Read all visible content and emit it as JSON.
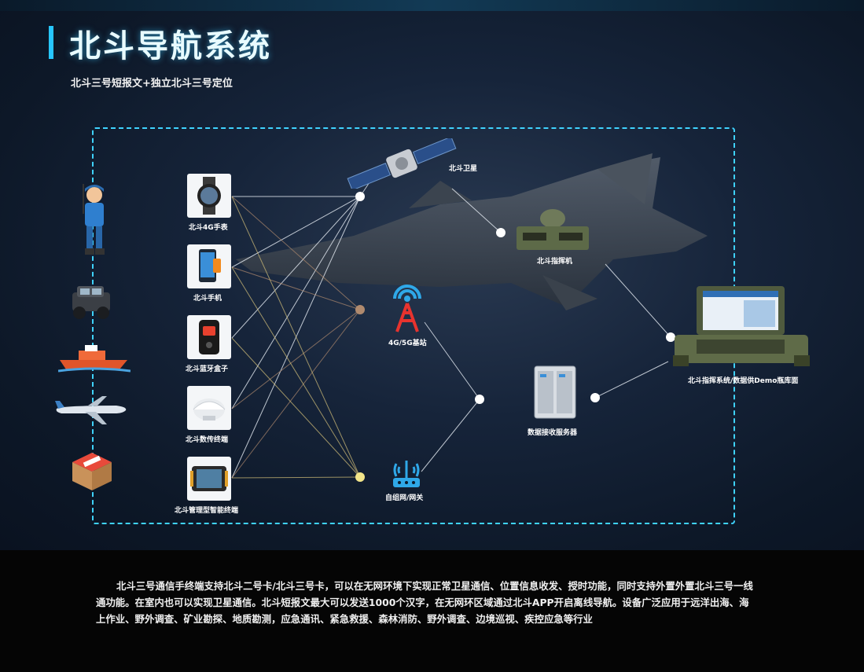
{
  "title": "北斗导航系统",
  "subtitle": "北斗三号短报文+独立北斗三号定位",
  "left_icons": [
    "soldier-figure",
    "off-road-vehicle",
    "rescue-boat",
    "airplane",
    "parcel-box"
  ],
  "devices": [
    {
      "icon": "smartwatch",
      "label": "北斗4G手表"
    },
    {
      "icon": "smartphone",
      "label": "北斗手机"
    },
    {
      "icon": "bluetooth-box",
      "label": "北斗蓝牙盒子"
    },
    {
      "icon": "data-terminal",
      "label": "北斗数传终端"
    },
    {
      "icon": "rugged-tablet",
      "label": "北斗管理型智能终端"
    }
  ],
  "satellite": {
    "label": "北斗卫星"
  },
  "command": {
    "label": "北斗指挥机"
  },
  "base_station": {
    "label": "4G/5G基站"
  },
  "mesh": {
    "label": "自组网/网关"
  },
  "server": {
    "label": "数据接收服务器"
  },
  "laptop": {
    "label": "北斗指挥系统/数据供Demo瓶库面"
  },
  "description": "北斗三号通信手终端支持北斗二号卡/北斗三号卡，可以在无网环境下实现正常卫星通信、位置信息收发、授时功能，同时支持外置外置北斗三号一线通功能。在室内也可以实现卫星通信。北斗短报文最大可以发送1000个汉字，在无网环区域通过北斗APP开启离线导航。设备广泛应用于远洋出海、海上作业、野外调查、矿业勘探、地质勘测，应急通讯、紧急救援、森林消防、野外调查、边境巡视、疾控应急等行业",
  "colors": {
    "accent": "#3fd3ff",
    "line_white": "#e8eef5",
    "line_gold": "#c8a86a",
    "node_brown": "#b08a6e",
    "node_yellow": "#f2e58a"
  }
}
